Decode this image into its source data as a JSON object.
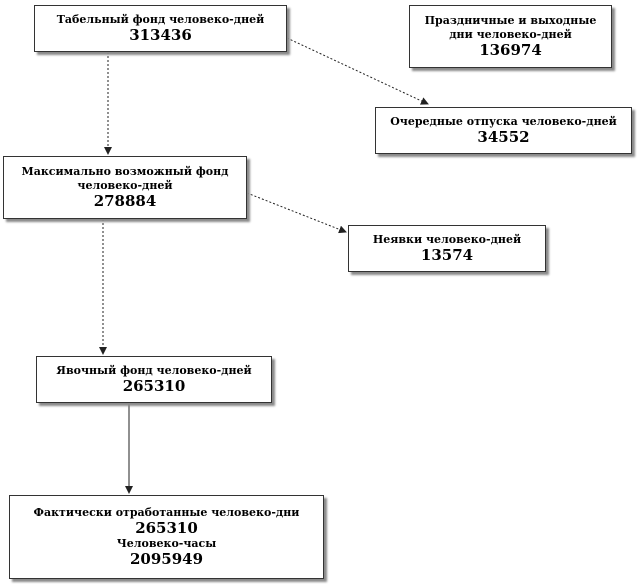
{
  "nodes": {
    "tabel": {
      "label": "Табельный фонд человеко-дней",
      "value": "313436"
    },
    "holiday": {
      "label_1": "Праздничные и выходные",
      "label_2": "дни человеко-дней",
      "value": "136974"
    },
    "vacation": {
      "label": "Очередные отпуска человеко-дней",
      "value": "34552"
    },
    "max": {
      "label_1": "Максимально возможный фонд",
      "label_2": "человеко-дней",
      "value": "278884"
    },
    "absent": {
      "label": "Неявки человеко-дней",
      "value": "13574"
    },
    "attend": {
      "label": "Явочный фонд человеко-дней",
      "value": "265310"
    },
    "actual": {
      "label": "Фактически отработанные человеко-дни",
      "value": "265310",
      "sub_label": "Человеко-часы",
      "sub_value": "2095949"
    }
  },
  "edges": [
    {
      "from": "tabel",
      "to": "max"
    },
    {
      "from": "tabel",
      "to": "vacation"
    },
    {
      "from": "max",
      "to": "absent"
    },
    {
      "from": "max",
      "to": "attend"
    },
    {
      "from": "attend",
      "to": "actual"
    }
  ],
  "colors": {
    "border": "#333333",
    "shadow": "#8a8a8a",
    "line": "#222222"
  }
}
